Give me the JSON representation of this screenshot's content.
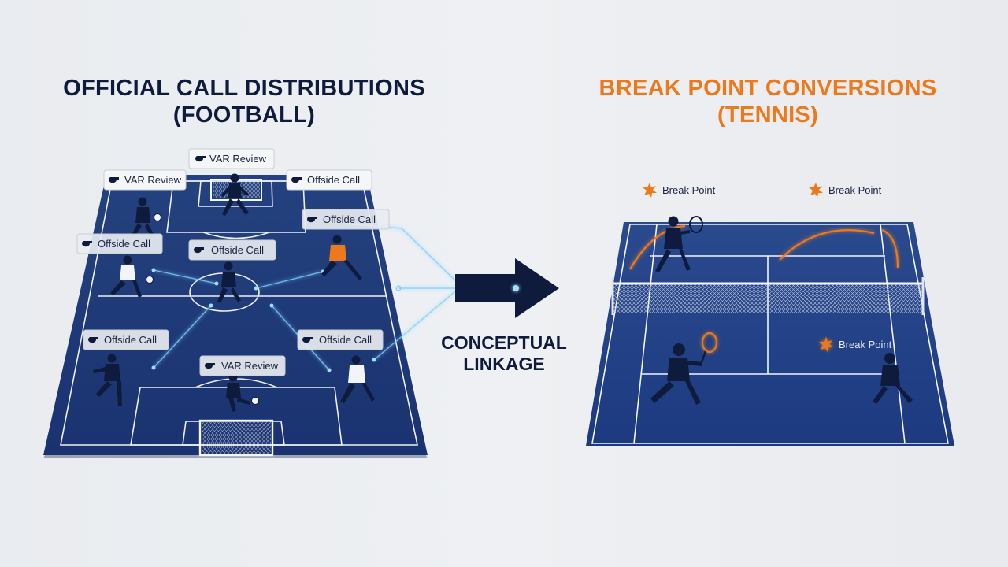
{
  "football": {
    "title_line1": "OFFICIAL CALL DISTRIBUTIONS",
    "title_line2": "(FOOTBALL)",
    "callouts": {
      "var_top": "VAR Review",
      "var_left": "VAR Review",
      "offside_top_right": "Offside Call",
      "offside_right_upper": "Offside Call",
      "offside_left_upper": "Offside Call",
      "offside_center": "Offside Call",
      "offside_left_lower": "Offside Call",
      "offside_right_lower": "Offside Call",
      "var_bottom": "VAR Review"
    }
  },
  "linkage": {
    "line1": "CONCEPTUAL",
    "line2": "LINKAGE"
  },
  "tennis": {
    "title_line1": "BREAK POINT CONVERSIONS",
    "title_line2": "(TENNIS)",
    "markers": {
      "left": "Break Point",
      "right": "Break Point",
      "court": "Break Point"
    }
  },
  "colors": {
    "navy": "#0f1b3d",
    "pitch": "#1f3a78",
    "court": "#1f3d82",
    "accent_orange": "#ec7a1d",
    "glow_blue": "#7fd0ff"
  }
}
